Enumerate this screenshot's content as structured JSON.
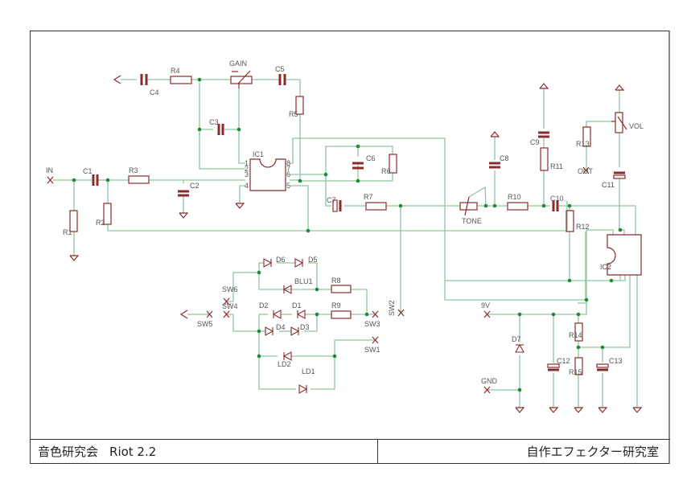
{
  "title_block": {
    "left_title": "音色研究会",
    "project": "Riot 2.2",
    "right_title": "自作エフェクター研究室"
  },
  "colors": {
    "wire": "#7fbf8f",
    "component": "#8b2a2a",
    "junction": "#1f8a3a",
    "label": "#555555"
  },
  "components": {
    "IN": "IN",
    "OUT": "OUT",
    "V9": "9V",
    "GND": "GND",
    "C1": "C1",
    "C2": "C2",
    "C3": "C3",
    "C4": "C4",
    "C5": "C5",
    "C6": "C6",
    "C7": "C7",
    "C8": "C8",
    "C9": "C9",
    "C10": "C10",
    "C11": "C11",
    "C12": "C12",
    "C13": "C13",
    "R1": "R1",
    "R2": "R2",
    "R3": "R3",
    "R4": "R4",
    "R5": "R5",
    "R6": "R6",
    "R7": "R7",
    "R8": "R8",
    "R9": "R9",
    "R10": "R10",
    "R11": "R11",
    "R12": "R12",
    "R13": "R13",
    "R14": "R14",
    "R15": "R15",
    "IC1": "IC1",
    "IC2": "IC2",
    "GAIN": "GAIN",
    "TONE": "TONE",
    "VOL": "VOL",
    "D1": "D1",
    "D2": "D2",
    "D3": "D3",
    "D4": "D4",
    "D5": "D5",
    "D6": "D6",
    "D7": "D7",
    "BLU1": "BLU1",
    "LD1": "LD1",
    "LD2": "LD2",
    "SW1": "SW1",
    "SW2": "SW2",
    "SW3": "SW3",
    "SW4": "SW4",
    "SW5": "SW5",
    "SW6": "SW6"
  },
  "pins": {
    "p1": "1",
    "p2": "2",
    "p3": "3",
    "p4": "4",
    "p5": "5",
    "p6": "6",
    "p7": "7",
    "p8": "8"
  }
}
